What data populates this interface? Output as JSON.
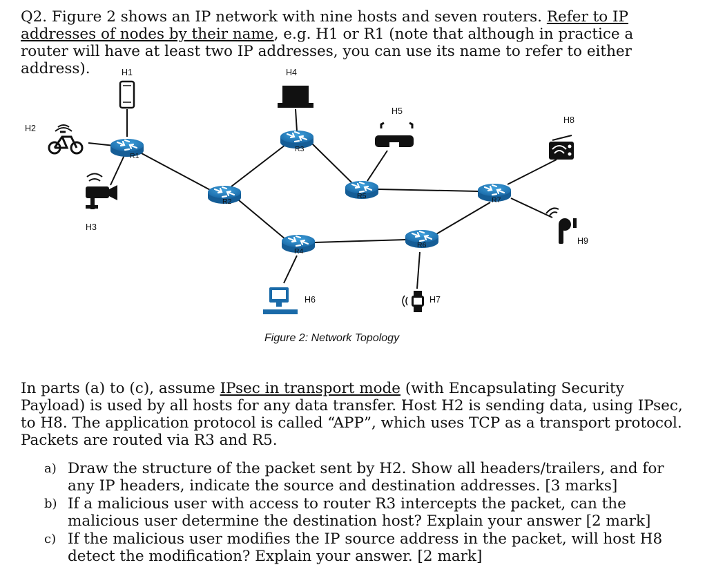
{
  "question": {
    "intro_a": "Q2. Figure 2 shows an IP network with nine hosts and seven routers. ",
    "intro_u": "Refer to IP addresses of nodes by their name",
    "intro_b": ", e.g. H1 or R1 (note that although in practice a router will have at least two IP addresses, you can use its name to refer to either address)."
  },
  "figure": {
    "caption": "Figure 2: Network Topology",
    "hosts": {
      "h1": "H1",
      "h2": "H2",
      "h3": "H3",
      "h4": "H4",
      "h5": "H5",
      "h6": "H6",
      "h7": "H7",
      "h8": "H8",
      "h9": "H9"
    },
    "routers": {
      "r1": "R1",
      "r2": "R2",
      "r3": "R3",
      "r4": "R4",
      "r5": "R5",
      "r6": "R6",
      "r7": "R7"
    },
    "links": [
      [
        "H2",
        "R1"
      ],
      [
        "H1",
        "R1"
      ],
      [
        "H3",
        "R1"
      ],
      [
        "R1",
        "R2"
      ],
      [
        "R2",
        "R3"
      ],
      [
        "R2",
        "R4"
      ],
      [
        "H4",
        "R3"
      ],
      [
        "R3",
        "R5"
      ],
      [
        "H5",
        "R5"
      ],
      [
        "R5",
        "R7"
      ],
      [
        "R4",
        "R6"
      ],
      [
        "R6",
        "R7"
      ],
      [
        "R4",
        "H6"
      ],
      [
        "R6",
        "H7"
      ],
      [
        "R7",
        "H8"
      ],
      [
        "R7",
        "H9"
      ]
    ]
  },
  "setup": {
    "a": "In parts (a) to (c), assume ",
    "u": "IPsec in transport mode",
    "b": " (with Encapsulating Security Payload) is used by all hosts for any data transfer. Host H2 is sending data, using IPsec, to H8. The application protocol is called “APP”, which uses TCP as a transport protocol. Packets are routed via R3 and R5."
  },
  "parts": [
    {
      "label": "a)",
      "text": "Draw the structure of the packet sent by H2. Show all headers/trailers, and for any IP headers, indicate the source and destination addresses. [3 marks]"
    },
    {
      "label": "b)",
      "text": "If a malicious user with access to router R3 intercepts the packet, can the malicious user determine the destination host? Explain your answer [2 mark]"
    },
    {
      "label": "c)",
      "text": "If the malicious user modifies the IP source address in the packet, will host H8 detect the modification? Explain your answer. [2 mark]"
    }
  ]
}
